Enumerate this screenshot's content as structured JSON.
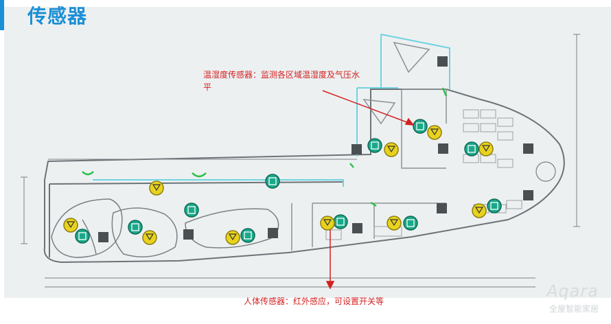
{
  "page": {
    "title": "传感器"
  },
  "annotations": {
    "temp_humidity": "温湿度传感器：监测各区域温湿度及气压水平",
    "human_body": "人体传感器：红外感应，可设置开关等"
  },
  "watermark": {
    "brand": "Aqara",
    "sub": "全屋智能家居"
  },
  "colors": {
    "title": "#1b8fd6",
    "annotation": "#d42020",
    "temp_sensor": "#1aa889",
    "motion_sensor": "#e8d21e"
  }
}
